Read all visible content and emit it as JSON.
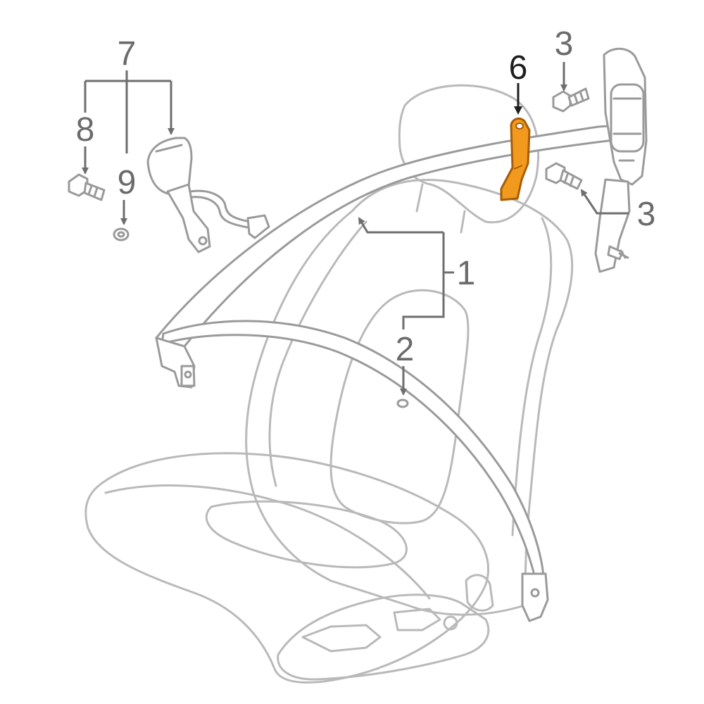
{
  "diagram": {
    "highlight_color": "#f29a1e",
    "callouts": [
      {
        "id": "1",
        "label": "1"
      },
      {
        "id": "2",
        "label": "2"
      },
      {
        "id": "3a",
        "label": "3"
      },
      {
        "id": "3b",
        "label": "3"
      },
      {
        "id": "6",
        "label": "6"
      },
      {
        "id": "7",
        "label": "7"
      },
      {
        "id": "8",
        "label": "8"
      },
      {
        "id": "9",
        "label": "9"
      }
    ]
  }
}
